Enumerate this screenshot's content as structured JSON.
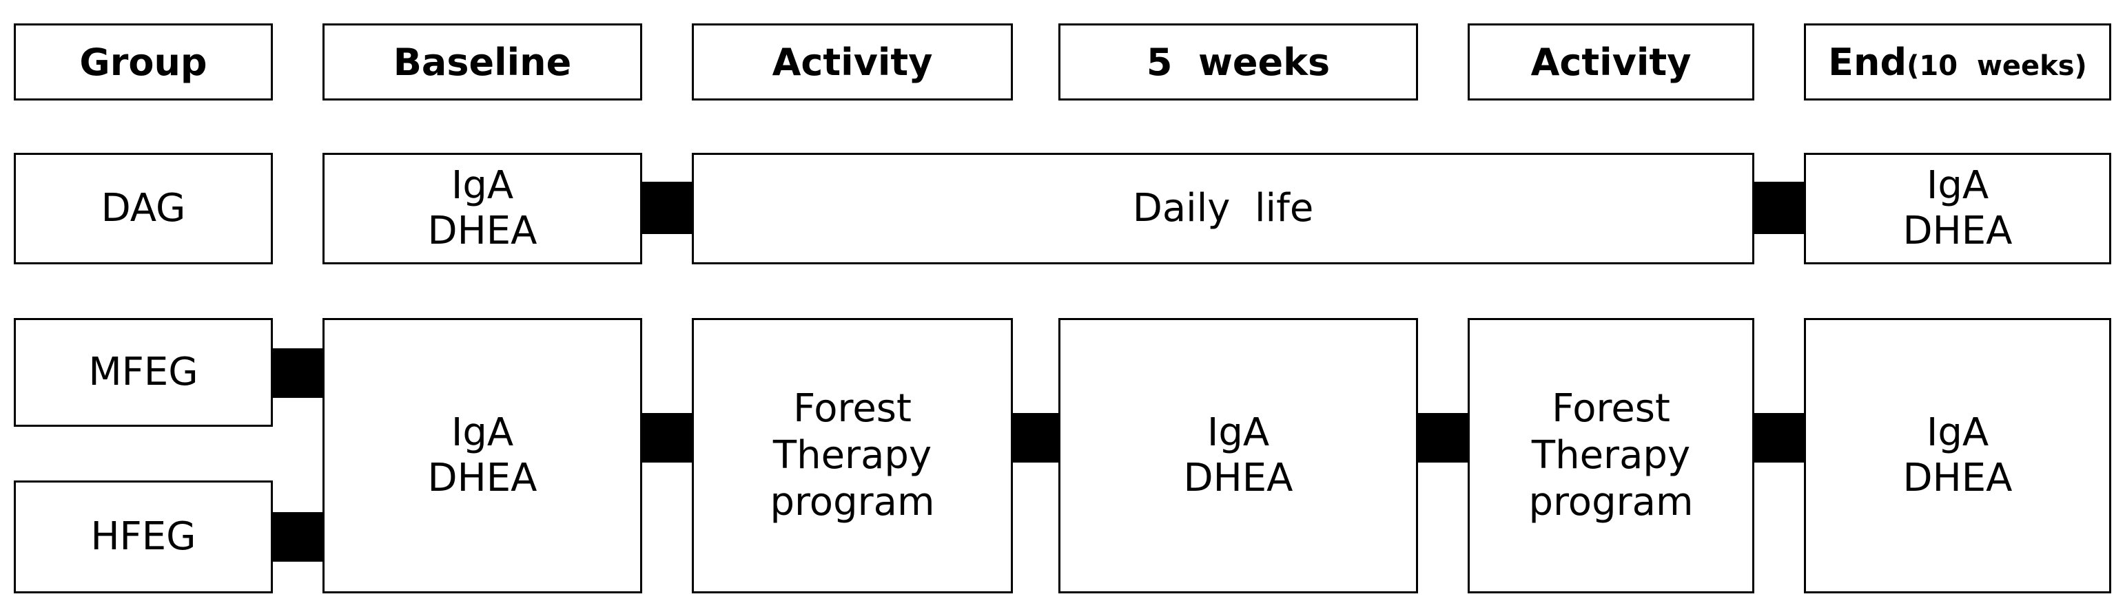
{
  "header": {
    "group": "Group",
    "baseline": "Baseline",
    "activity_1": "Activity",
    "five_weeks": "5  weeks",
    "activity_2": "Activity",
    "end_main": "End",
    "end_sub": "(10  weeks)"
  },
  "row_dag": {
    "group": "DAG",
    "baseline_line1": "IgA",
    "baseline_line2": "DHEA",
    "span": "Daily  life",
    "end_line1": "IgA",
    "end_line2": "DHEA"
  },
  "row_feg": {
    "group_1": "MFEG",
    "group_2": "HFEG",
    "baseline_line1": "IgA",
    "baseline_line2": "DHEA",
    "activity_1_line1": "Forest",
    "activity_1_line2": "Therapy",
    "activity_1_line3": "program",
    "five_weeks_line1": "IgA",
    "five_weeks_line2": "DHEA",
    "activity_2_line1": "Forest",
    "activity_2_line2": "Therapy",
    "activity_2_line3": "program",
    "end_line1": "IgA",
    "end_line2": "DHEA"
  }
}
